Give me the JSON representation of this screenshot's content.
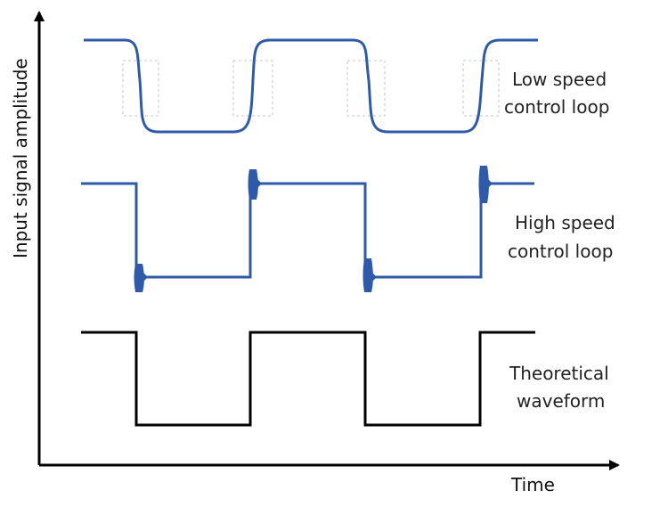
{
  "axes": {
    "y_label": "Input signal amplitude",
    "x_label": "Time"
  },
  "waveforms": [
    {
      "id": "low",
      "label_lines": [
        "Low speed",
        "control loop"
      ],
      "color": "#2e5aa8"
    },
    {
      "id": "high",
      "label_lines": [
        "High speed",
        "control loop"
      ],
      "color": "#2e5aa8"
    },
    {
      "id": "theoretical",
      "label_lines": [
        "Theoretical",
        "waveform"
      ],
      "color": "#000000"
    }
  ],
  "colors": {
    "axis": "#000000",
    "guide": "#bbbbbb"
  }
}
